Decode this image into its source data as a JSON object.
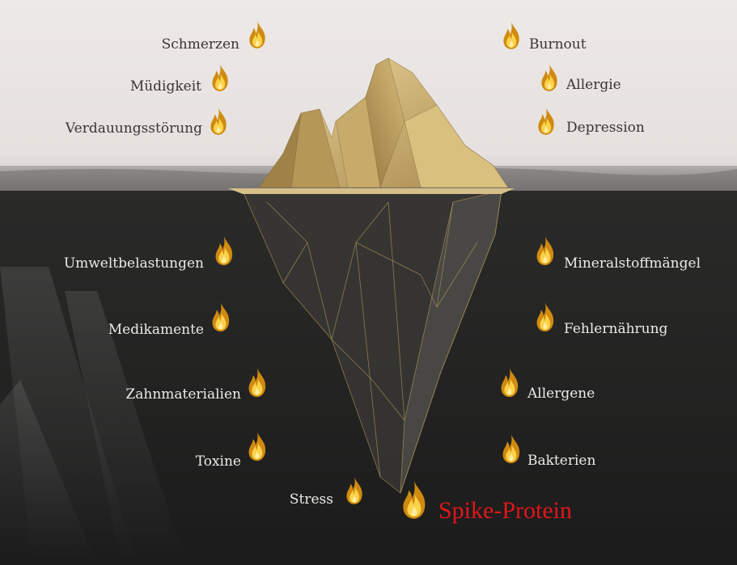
{
  "image": {
    "description_icon": "flame-icon",
    "colors": {
      "sky": "#ece8e6",
      "water": "#232322",
      "ice_gold": "#c9ab68",
      "flame_outer": "#d08a10",
      "flame_inner": "#fbd24a",
      "label_above": "#3a3532",
      "label_below": "#ecebe8",
      "highlight": "#e0161a"
    }
  },
  "above_water": {
    "left": [
      "Schmerzen",
      "Müdigkeit",
      "Verdauungsstörung"
    ],
    "right": [
      "Burnout",
      "Allergie",
      "Depression"
    ]
  },
  "below_water": {
    "left": [
      "Umweltbelastungen",
      "Medikamente",
      "Zahnmaterialien",
      "Toxine",
      "Stress"
    ],
    "right": [
      "Mineralstoffmängel",
      "Fehlernährung",
      "Allergene",
      "Bakterien"
    ]
  },
  "highlight": "Spike-Protein"
}
